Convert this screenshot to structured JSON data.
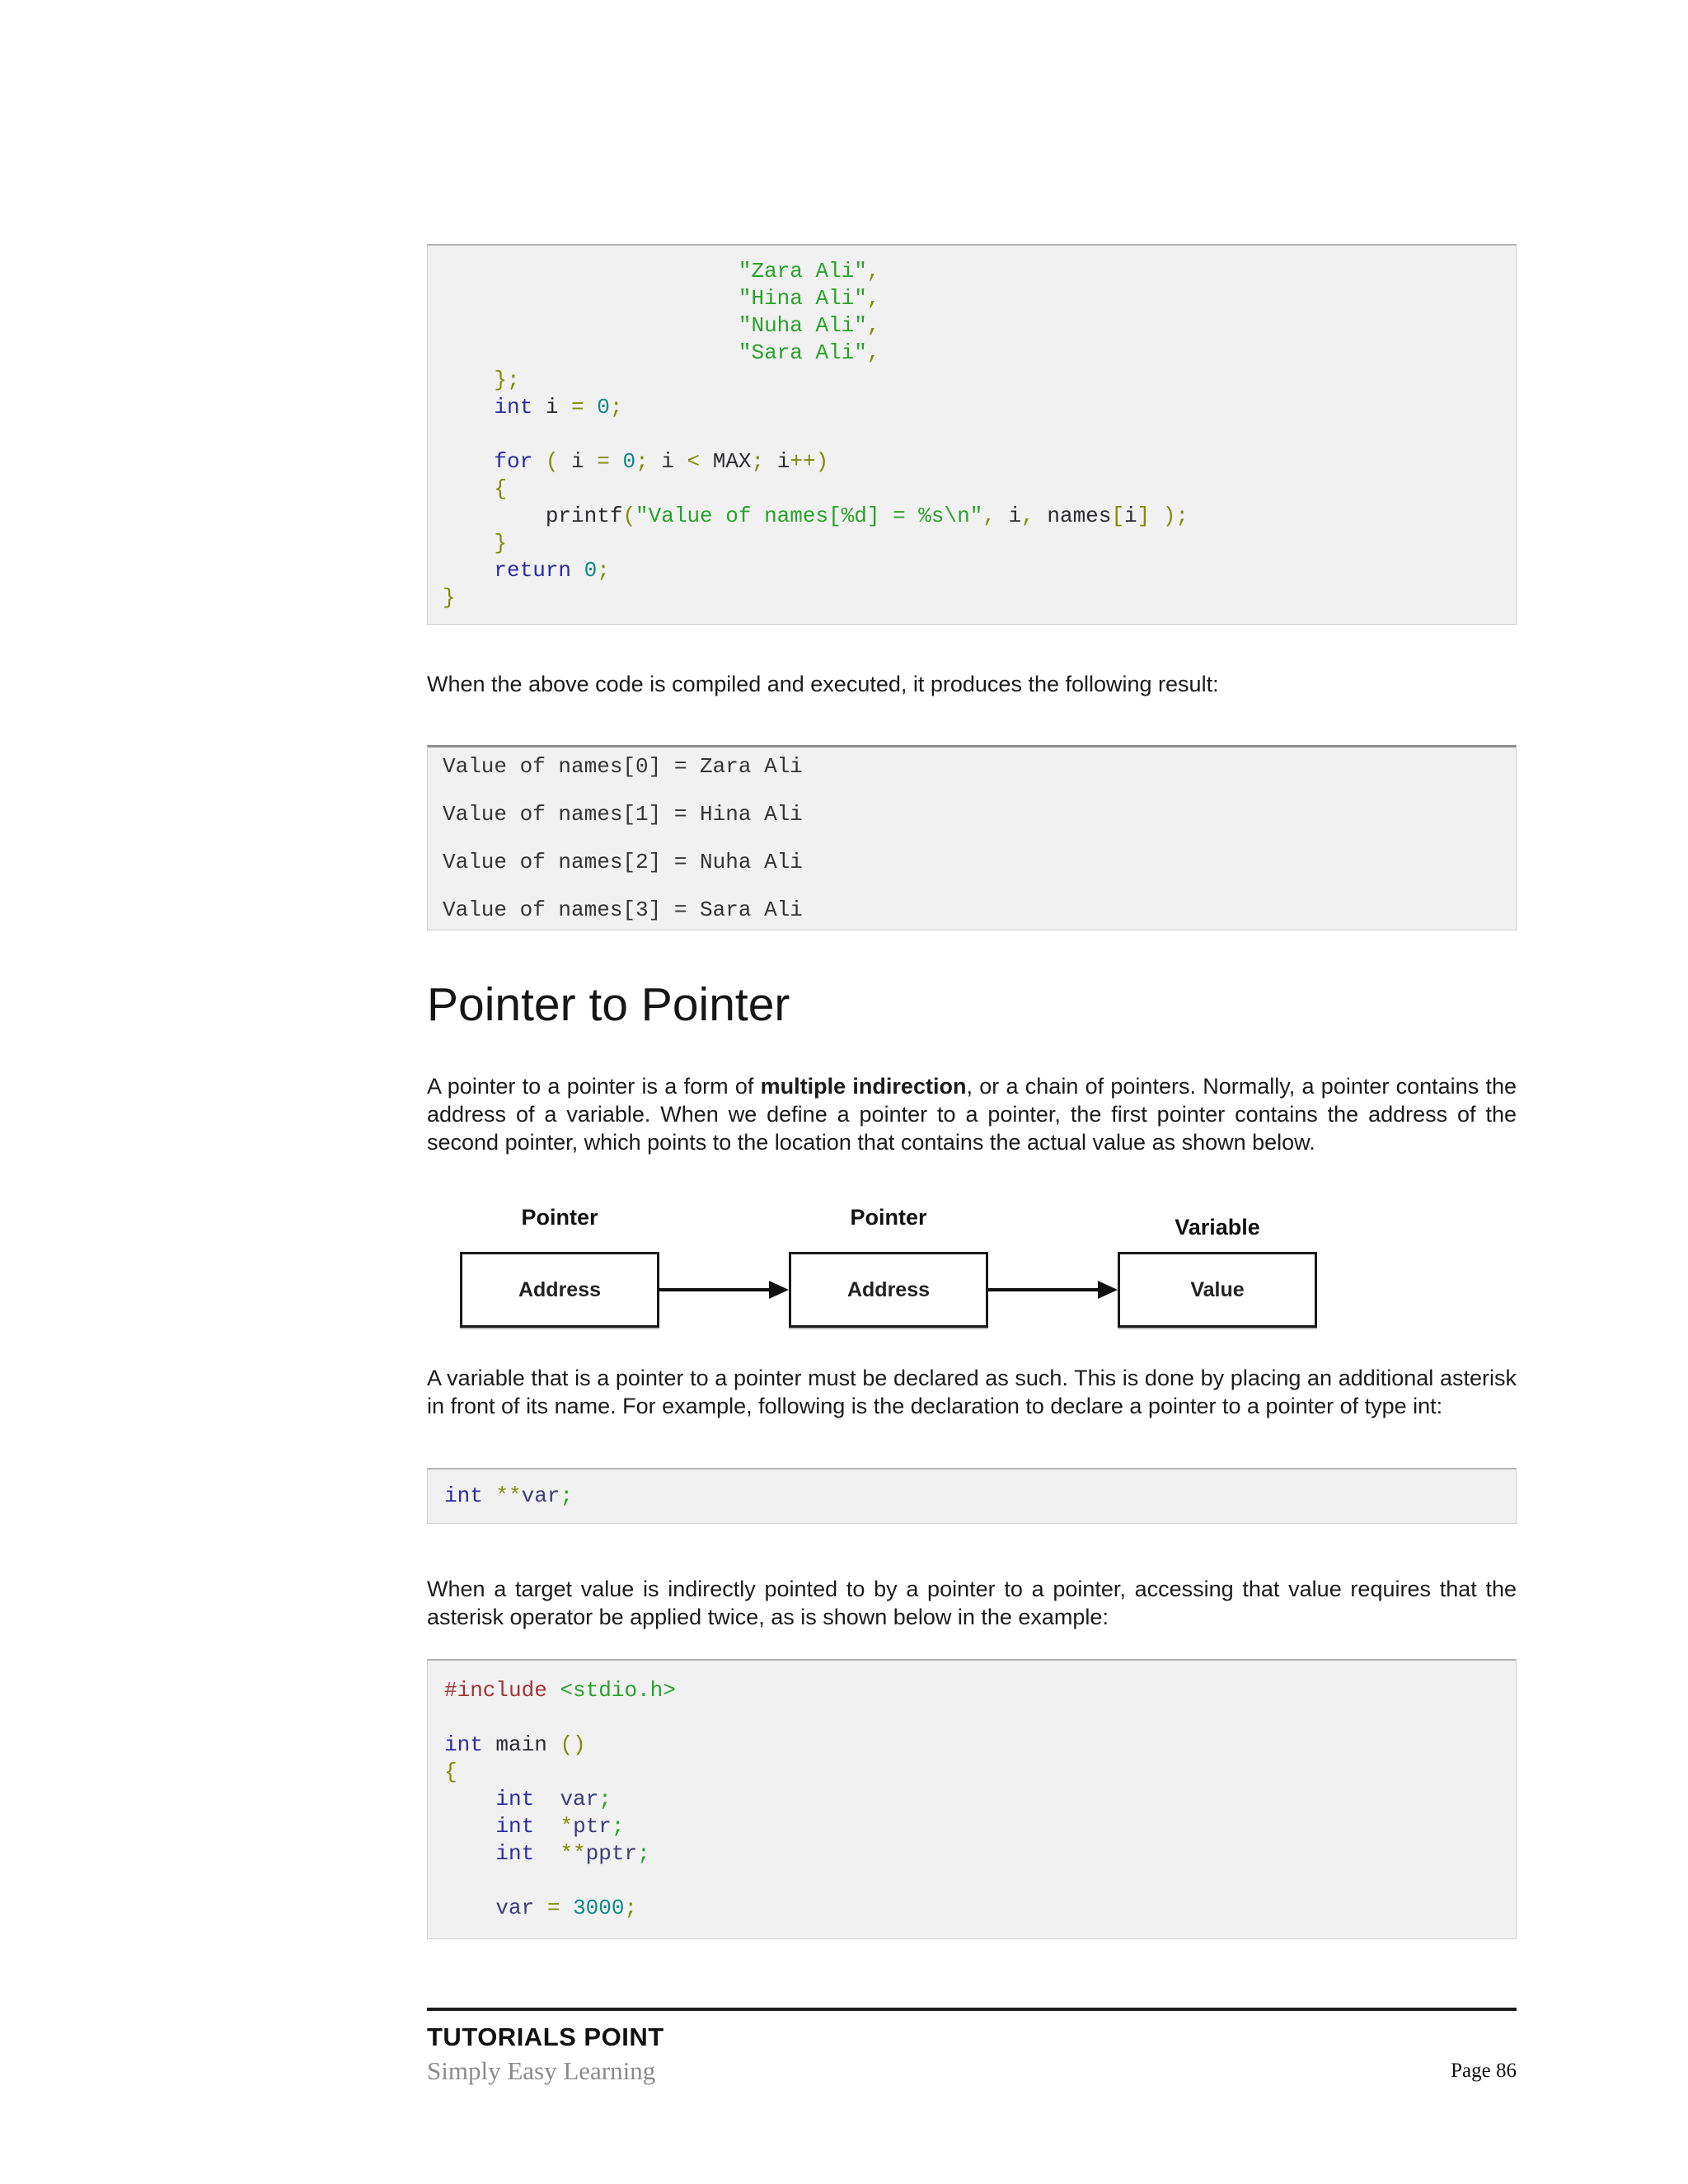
{
  "page": {
    "intro_text": "When the above code is compiled and executed, it produces the following result:",
    "heading": "Pointer to Pointer",
    "para1": {
      "before": "A pointer to a pointer is a form of ",
      "bold": "multiple indirection",
      "after": ", or a chain of pointers. Normally, a pointer contains the address of a variable. When we define a pointer to a pointer, the first pointer contains the address of the second pointer, which points to the location that contains the actual value as shown below."
    },
    "para2": "A variable that is a pointer to a pointer must be declared as such. This is done by placing an additional asterisk in front of its name. For example, following is the declaration to declare a pointer to a pointer of type int:",
    "para3": "When a target value is indirectly pointed to by a pointer to a pointer, accessing that value requires that the asterisk operator be applied twice, as is shown below in the example:"
  },
  "code_block_top": {
    "lines": [
      [
        [
          "pl",
          "                       "
        ],
        [
          "str",
          "\"Zara Ali\""
        ],
        [
          "op",
          ","
        ]
      ],
      [
        [
          "pl",
          "                       "
        ],
        [
          "str",
          "\"Hina Ali\""
        ],
        [
          "op",
          ","
        ]
      ],
      [
        [
          "pl",
          "                       "
        ],
        [
          "str",
          "\"Nuha Ali\""
        ],
        [
          "op",
          ","
        ]
      ],
      [
        [
          "pl",
          "                       "
        ],
        [
          "str",
          "\"Sara Ali\""
        ],
        [
          "op",
          ","
        ]
      ],
      [
        [
          "pl",
          "    "
        ],
        [
          "op",
          "};"
        ]
      ],
      [
        [
          "pl",
          "    "
        ],
        [
          "kw",
          "int"
        ],
        [
          "pl",
          " i "
        ],
        [
          "op",
          "="
        ],
        [
          "pl",
          " "
        ],
        [
          "num",
          "0"
        ],
        [
          "op",
          ";"
        ]
      ],
      [],
      [
        [
          "pl",
          "    "
        ],
        [
          "kw",
          "for"
        ],
        [
          "pl",
          " "
        ],
        [
          "op",
          "("
        ],
        [
          "pl",
          " i "
        ],
        [
          "op",
          "="
        ],
        [
          "pl",
          " "
        ],
        [
          "num",
          "0"
        ],
        [
          "op",
          ";"
        ],
        [
          "pl",
          " i "
        ],
        [
          "op",
          "<"
        ],
        [
          "pl",
          " MAX"
        ],
        [
          "op",
          ";"
        ],
        [
          "pl",
          " i"
        ],
        [
          "op",
          "++)"
        ]
      ],
      [
        [
          "pl",
          "    "
        ],
        [
          "op",
          "{"
        ]
      ],
      [
        [
          "pl",
          "        printf"
        ],
        [
          "op",
          "("
        ],
        [
          "str",
          "\"Value of names[%d] = %s\\n\""
        ],
        [
          "op",
          ","
        ],
        [
          "pl",
          " i"
        ],
        [
          "op",
          ","
        ],
        [
          "pl",
          " names"
        ],
        [
          "op",
          "["
        ],
        [
          "pl",
          "i"
        ],
        [
          "op",
          "]"
        ],
        [
          "op",
          " );"
        ]
      ],
      [
        [
          "pl",
          "    "
        ],
        [
          "op",
          "}"
        ]
      ],
      [
        [
          "pl",
          "    "
        ],
        [
          "kw",
          "return"
        ],
        [
          "pl",
          " "
        ],
        [
          "num",
          "0"
        ],
        [
          "op",
          ";"
        ]
      ],
      [
        [
          "op",
          "}"
        ]
      ]
    ]
  },
  "output_block": {
    "text": "Value of names[0] = Zara Ali\n\nValue of names[1] = Hina Ali\n\nValue of names[2] = Nuha Ali\n\nValue of names[3] = Sara Ali"
  },
  "code_block_declaration": {
    "lines": [
      [
        [
          "kw",
          "int"
        ],
        [
          "pl",
          " "
        ],
        [
          "op",
          "**"
        ],
        [
          "kw2",
          "var"
        ],
        [
          "str",
          ";"
        ]
      ]
    ]
  },
  "code_block_example": {
    "lines": [
      [
        [
          "pre",
          "#include"
        ],
        [
          "pl",
          " "
        ],
        [
          "inc",
          "<stdio.h>"
        ]
      ],
      [],
      [
        [
          "kw",
          "int"
        ],
        [
          "pl",
          " main "
        ],
        [
          "op",
          "()"
        ]
      ],
      [
        [
          "op",
          "{"
        ]
      ],
      [
        [
          "pl",
          "    "
        ],
        [
          "kw",
          "int"
        ],
        [
          "pl",
          "  "
        ],
        [
          "kw2",
          "var"
        ],
        [
          "str",
          ";"
        ]
      ],
      [
        [
          "pl",
          "    "
        ],
        [
          "kw",
          "int"
        ],
        [
          "pl",
          "  "
        ],
        [
          "op",
          "*"
        ],
        [
          "kw2",
          "ptr"
        ],
        [
          "str",
          ";"
        ]
      ],
      [
        [
          "pl",
          "    "
        ],
        [
          "kw",
          "int"
        ],
        [
          "pl",
          "  "
        ],
        [
          "op",
          "**"
        ],
        [
          "kw2",
          "pptr"
        ],
        [
          "str",
          ";"
        ]
      ],
      [],
      [
        [
          "pl",
          "    "
        ],
        [
          "kw2",
          "var"
        ],
        [
          "pl",
          " "
        ],
        [
          "op",
          "="
        ],
        [
          "pl",
          " "
        ],
        [
          "num",
          "3000"
        ],
        [
          "op",
          ";"
        ]
      ]
    ]
  },
  "diagram": {
    "nodes": [
      {
        "label": "Pointer",
        "box": "Address"
      },
      {
        "label": "Pointer",
        "box": "Address"
      },
      {
        "label": "Variable",
        "box": "Value"
      }
    ]
  },
  "footer": {
    "brand": "TUTORIALS POINT",
    "tagline": "Simply Easy Learning",
    "page_number": "Page 86"
  },
  "colors": {
    "code_background": "#f1f1f1",
    "code_border": "#cfcfcf",
    "output_top_border": "#8f8f8f",
    "syntax_keyword": "#2b2ba3",
    "syntax_identifier": "#3c3c78",
    "syntax_operator": "#7f8c00",
    "syntax_number": "#0f8888",
    "syntax_string": "#2aa12a",
    "syntax_preprocessor": "#a33333",
    "body_text": "#1b1b1b",
    "tagline_gray": "#8b8b8b"
  }
}
